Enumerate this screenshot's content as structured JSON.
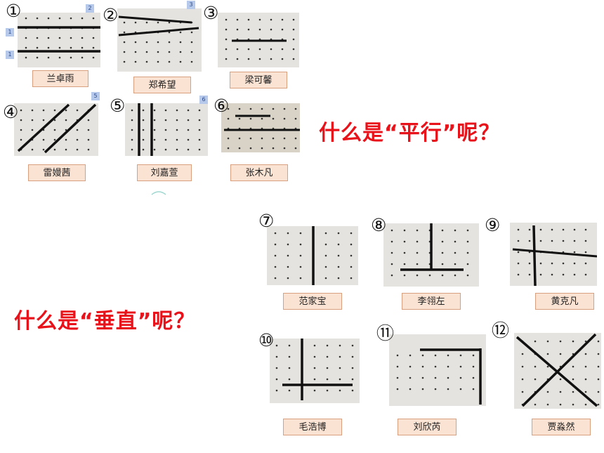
{
  "colors": {
    "question": "#e8121a",
    "label_bg": "#fbe3d3",
    "label_border": "#d9a080",
    "board": "#e4e3df"
  },
  "questions": {
    "parallel": "什么是“平行”呢？",
    "perpendicular": "什么是“垂直”呢？"
  },
  "tags": [
    "2",
    "1",
    "1",
    "3",
    "5",
    "6"
  ],
  "cards": [
    {
      "number": "①",
      "name": "兰卓雨"
    },
    {
      "number": "②",
      "name": "郑希望"
    },
    {
      "number": "③",
      "name": "梁可馨"
    },
    {
      "number": "④",
      "name": "雷嫚茜"
    },
    {
      "number": "⑤",
      "name": "刘嘉萱"
    },
    {
      "number": "⑥",
      "name": "张木凡"
    },
    {
      "number": "⑦",
      "name": "范家宝"
    },
    {
      "number": "⑧",
      "name": "李翎左"
    },
    {
      "number": "⑨",
      "name": "黄克凡"
    },
    {
      "number": "⑩",
      "name": "毛浩博"
    },
    {
      "number": "⑪",
      "name": "刘欣芮"
    },
    {
      "number": "⑫",
      "name": "贾淼然"
    }
  ]
}
